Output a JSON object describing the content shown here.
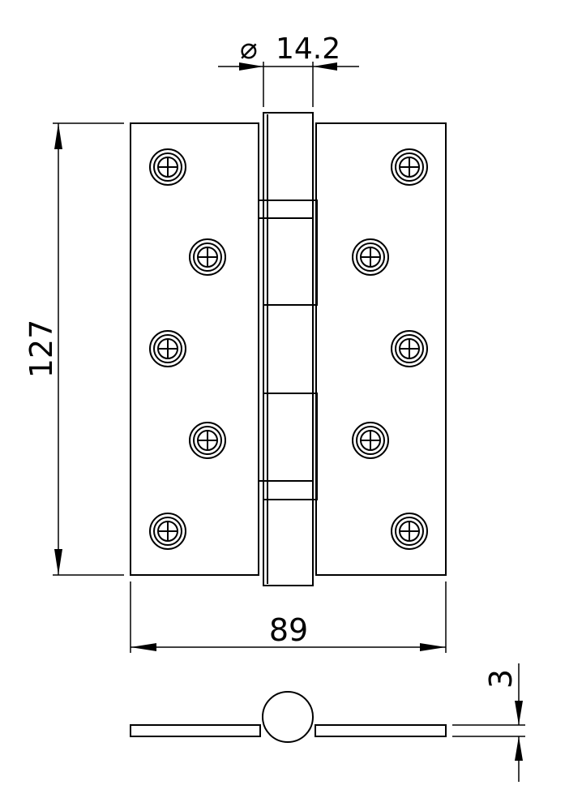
{
  "dimensions": {
    "pin_diameter": {
      "symbol": "⌀",
      "value": "14.2"
    },
    "height": "127",
    "width": "89",
    "thickness": "3"
  },
  "colors": {
    "line": "#000000",
    "background": "#ffffff"
  }
}
